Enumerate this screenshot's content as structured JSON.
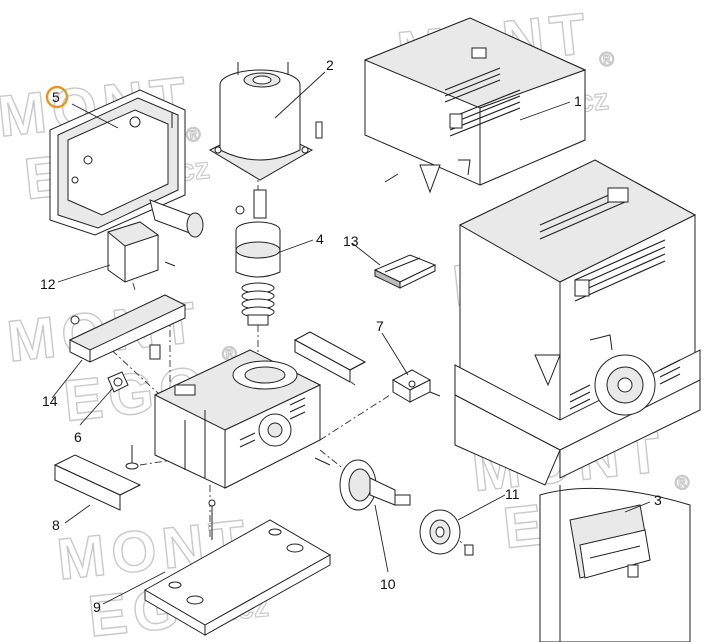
{
  "watermark": {
    "line1": "MONT",
    "line2": "EGO",
    "suffix": ".cz",
    "mark": "®"
  },
  "callouts": [
    {
      "id": "1",
      "label": "1"
    },
    {
      "id": "2",
      "label": "2"
    },
    {
      "id": "3",
      "label": "3"
    },
    {
      "id": "4",
      "label": "4"
    },
    {
      "id": "5",
      "label": "5",
      "highlighted": true
    },
    {
      "id": "6",
      "label": "6"
    },
    {
      "id": "7",
      "label": "7"
    },
    {
      "id": "8",
      "label": "8"
    },
    {
      "id": "9",
      "label": "9"
    },
    {
      "id": "10",
      "label": "10"
    },
    {
      "id": "11",
      "label": "11"
    },
    {
      "id": "12",
      "label": "12"
    },
    {
      "id": "13",
      "label": "13"
    },
    {
      "id": "14",
      "label": "14"
    }
  ],
  "colors": {
    "highlight_ring": "#e8951f",
    "line": "#222222",
    "watermark": "#c9c9c9"
  }
}
